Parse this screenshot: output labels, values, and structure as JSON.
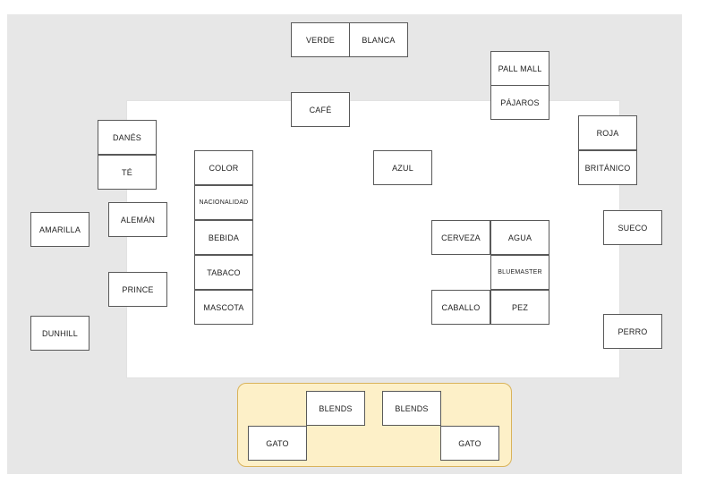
{
  "loose_cards": {
    "verde": "VERDE",
    "blanca": "BLANCA",
    "pall_mall": "PALL MALL",
    "pajaros": "PÁJAROS",
    "cafe": "CAFÉ",
    "danes": "DANÉS",
    "te": "TÉ",
    "roja": "ROJA",
    "britanico": "BRITÁNICO",
    "azul": "AZUL",
    "amarilla": "AMARILLA",
    "aleman": "ALEMÁN",
    "sueco": "SUECO",
    "prince": "PRINCE",
    "dunhill": "DUNHILL",
    "perro": "PERRO"
  },
  "category_column": {
    "color": "COLOR",
    "nacionalidad": "NACIONALIDAD",
    "bebida": "BEBIDA",
    "tabaco": "TABACO",
    "mascota": "MASCOTA"
  },
  "house_cards": {
    "cerveza": "CERVEZA",
    "agua": "AGUA",
    "bluemaster": "BLUEMASTER",
    "caballo": "CABALLO",
    "pez": "PEZ"
  },
  "tray_cards": {
    "blends_left": "BLENDS",
    "blends_right": "BLENDS",
    "gato_left": "GATO",
    "gato_right": "GATO"
  },
  "colors": {
    "tray_fill": "#fdf0c8",
    "tray_border": "#d9b35a",
    "background_gray": "#e7e7e7"
  }
}
